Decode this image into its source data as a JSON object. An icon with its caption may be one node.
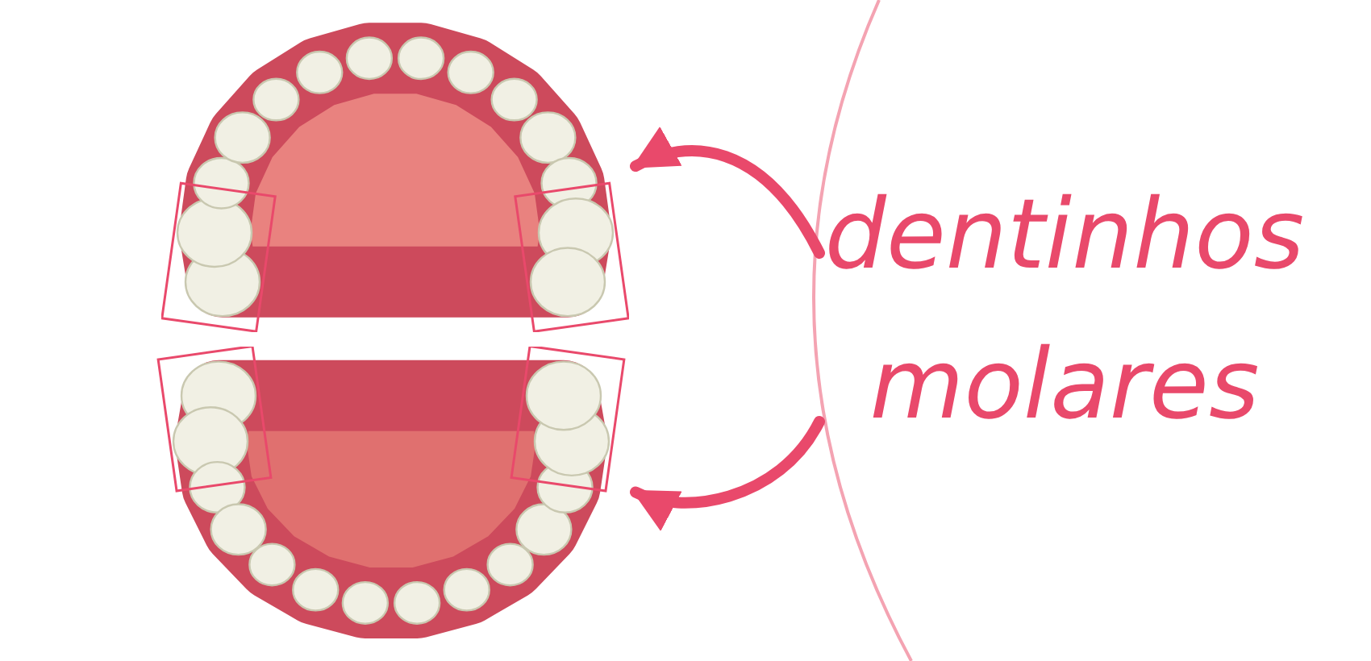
{
  "diagram": {
    "nodes": [
      {
        "text": [
          "dentinhos molares"
        ]
      },
      {
        "text": [],
        "shape": "picture"
      },
      {
        "text": [],
        "shape": "picture"
      }
    ],
    "edges": [
      {
        "from": 0,
        "to": 1,
        "arrow": "to"
      },
      {
        "from": 0,
        "to": 2,
        "arrow": "to"
      }
    ]
  }
}
